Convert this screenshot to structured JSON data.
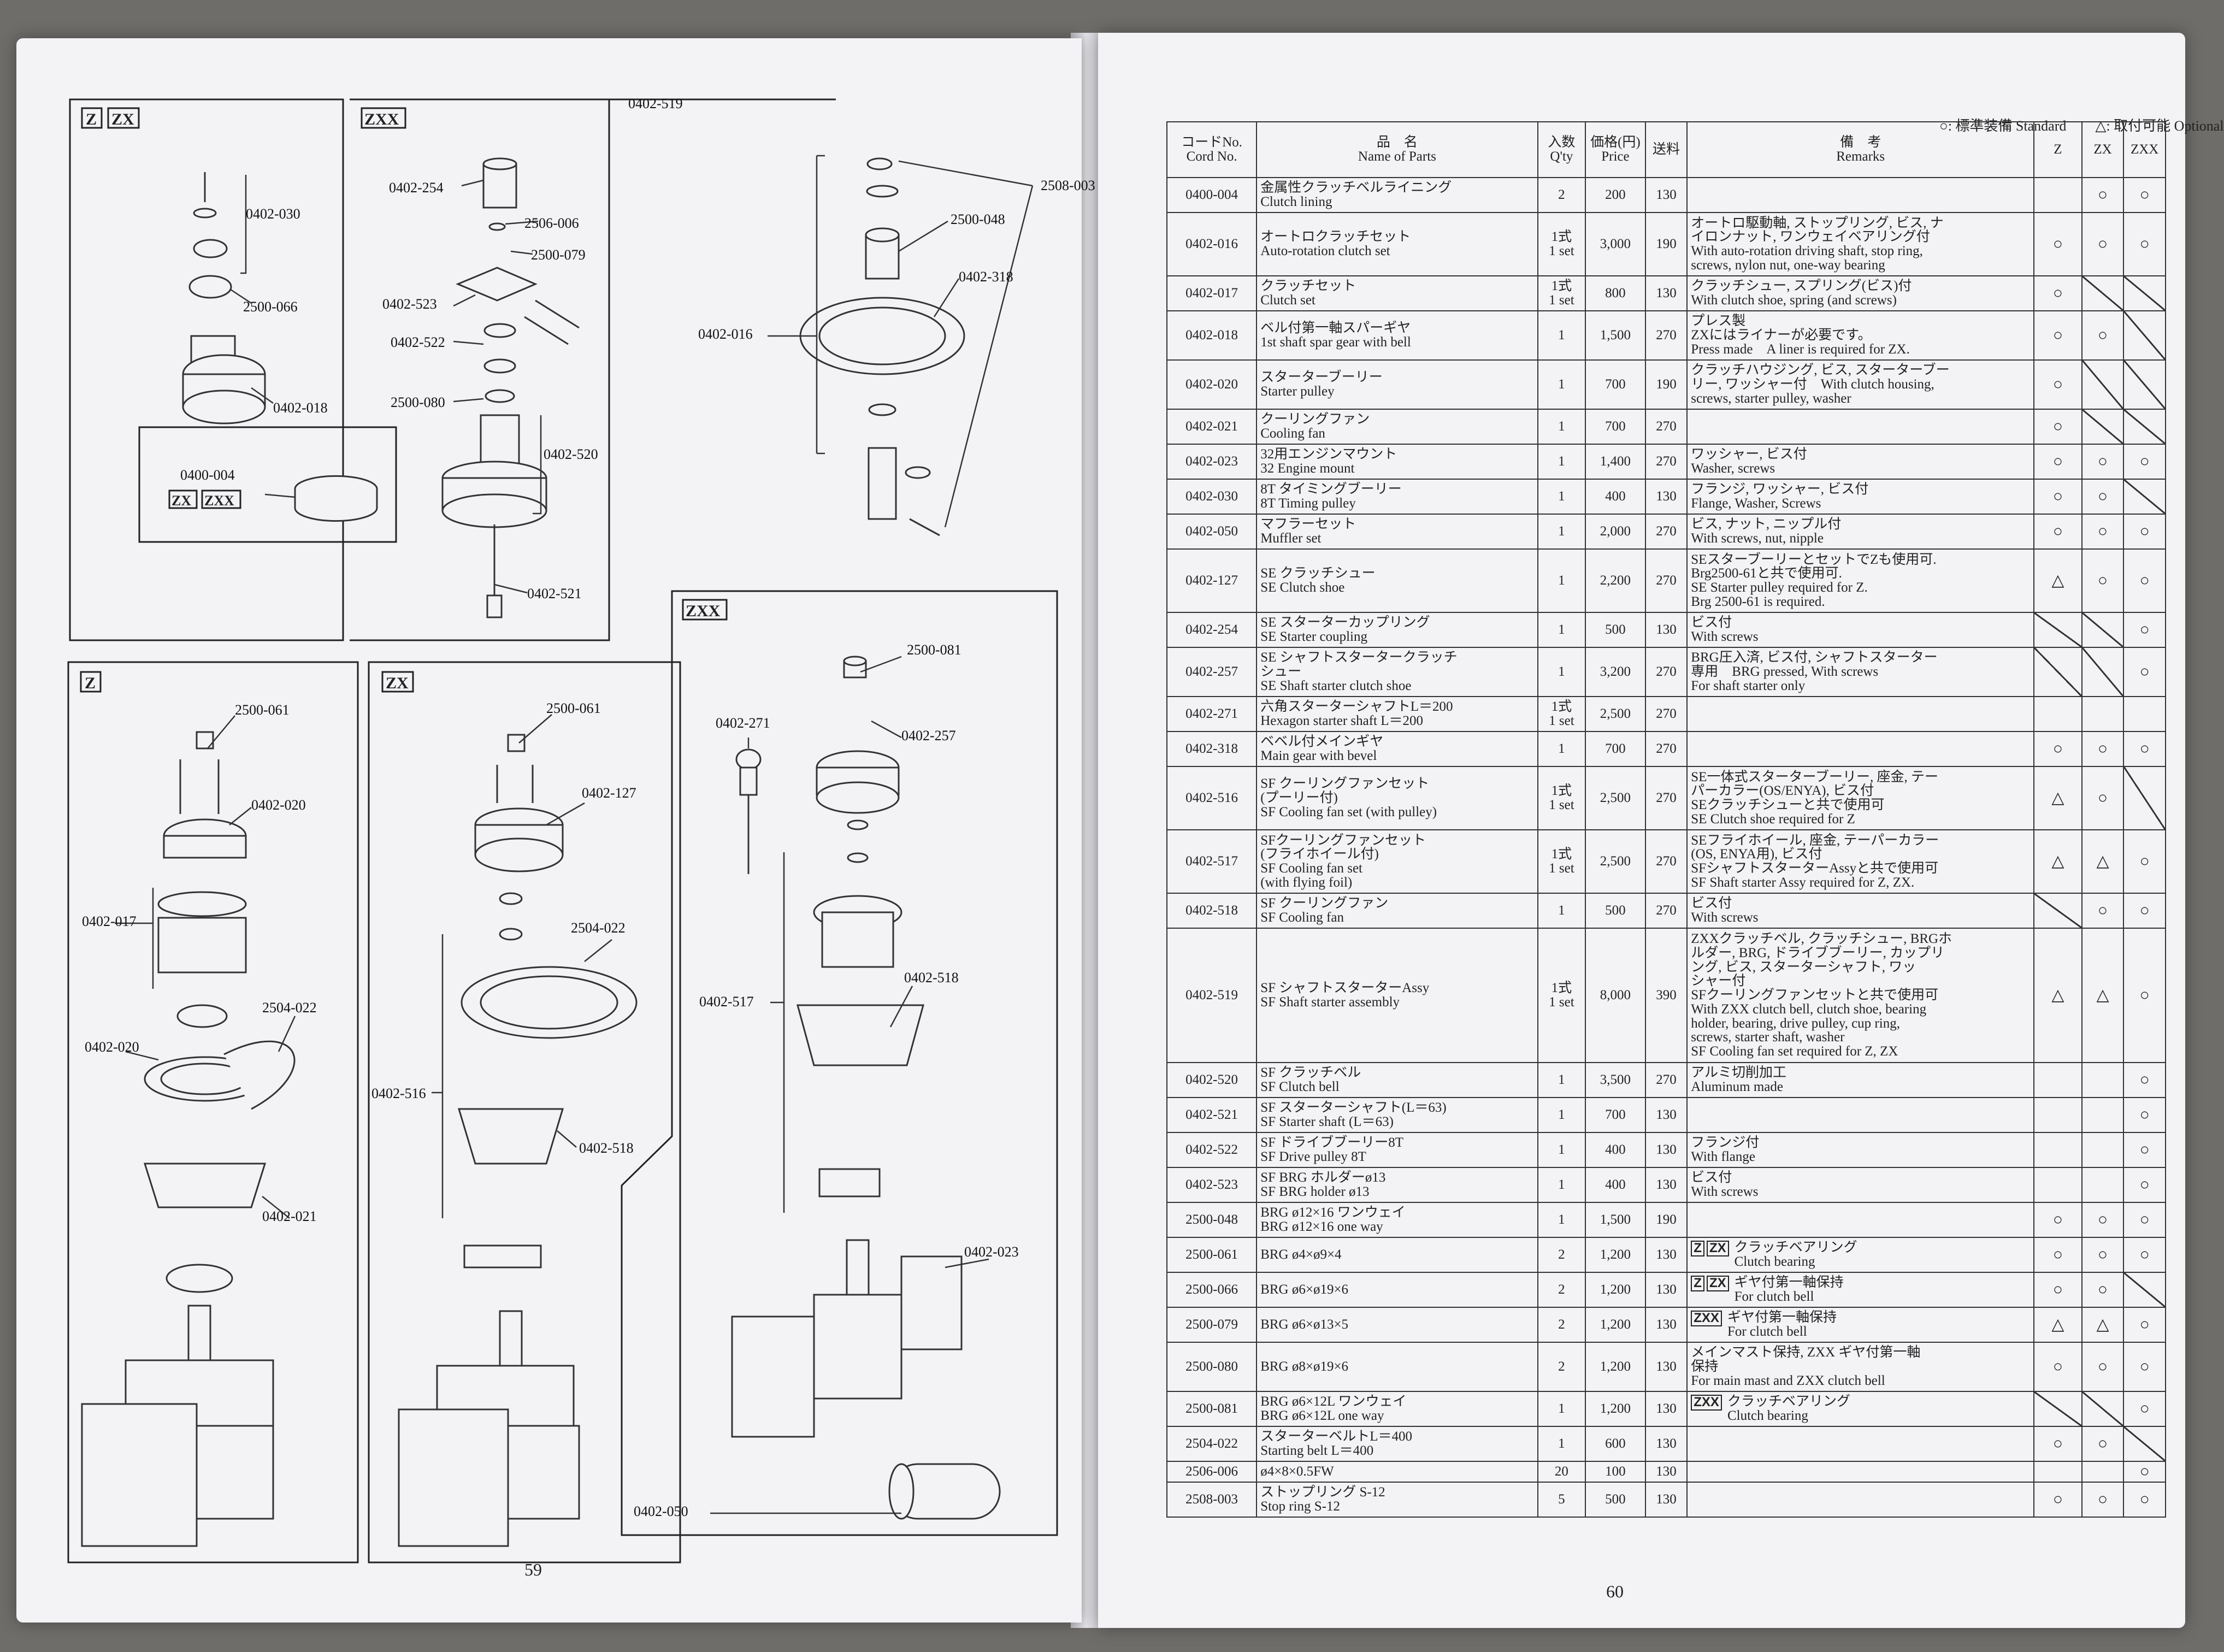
{
  "left_page": {
    "page_number": "59",
    "top_ref": "0402-519",
    "panels": {
      "p1": {
        "tags": [
          "Z",
          "ZX"
        ],
        "labels": [
          "0402-030",
          "2500-066",
          "0402-018",
          "0400-004"
        ],
        "sub_tags": [
          "ZX",
          "ZXX"
        ]
      },
      "p2": {
        "tags": [
          "ZXX"
        ],
        "labels": [
          "0402-254",
          "2506-006",
          "2500-079",
          "0402-523",
          "0402-522",
          "2500-080",
          "0402-520",
          "0402-521"
        ]
      },
      "p3": {
        "labels": [
          "2508-003",
          "2500-048",
          "0402-318",
          "0402-016"
        ]
      },
      "p4": {
        "tags": [
          "Z"
        ],
        "labels": [
          "2500-061",
          "0402-020",
          "0402-017",
          "0402-020",
          "2504-022",
          "0402-021"
        ]
      },
      "p5": {
        "tags": [
          "ZX"
        ],
        "labels": [
          "2500-061",
          "0402-127",
          "2504-022",
          "0402-516",
          "0402-518"
        ]
      },
      "p6": {
        "tags": [
          "ZXX"
        ],
        "labels": [
          "2500-081",
          "0402-271",
          "0402-257",
          "0402-518",
          "0402-517",
          "0402-023",
          "0402-050"
        ]
      }
    }
  },
  "right_page": {
    "page_number": "60",
    "legend": {
      "standard": "○: 標準装備 Standard",
      "optional": "△: 取付可能 Optional"
    },
    "headers": {
      "code": [
        "コードNo.",
        "Cord No."
      ],
      "name": [
        "品　名",
        "Name of Parts"
      ],
      "qty": [
        "入数",
        "Q'ty"
      ],
      "price": [
        "価格(円)",
        "Price"
      ],
      "ship": "送料",
      "remarks": [
        "備　考",
        "Remarks"
      ],
      "z": "Z",
      "zx": "ZX",
      "zxx": "ZXX"
    },
    "rows": [
      {
        "code": "0400-004",
        "name": [
          "金属性クラッチベルライニング",
          "Clutch lining"
        ],
        "qty": [
          "2"
        ],
        "price": "200",
        "ship": "130",
        "remarks": [],
        "z": "",
        "zx": "○",
        "zxx": "○",
        "slash": []
      },
      {
        "code": "0402-016",
        "name": [
          "オートロクラッチセット",
          "Auto-rotation clutch set"
        ],
        "qty": [
          "1式",
          "1 set"
        ],
        "price": "3,000",
        "ship": "190",
        "remarks": [
          "オートロ駆動軸, ストップリング, ビス, ナ",
          "イロンナット, ワンウェイベアリング付",
          "With auto-rotation driving shaft, stop ring,",
          "screws, nylon nut, one-way bearing"
        ],
        "z": "○",
        "zx": "○",
        "zxx": "○",
        "slash": []
      },
      {
        "code": "0402-017",
        "name": [
          "クラッチセット",
          "Clutch set"
        ],
        "qty": [
          "1式",
          "1 set"
        ],
        "price": "800",
        "ship": "130",
        "remarks": [
          "クラッチシュー, スプリング(ビス)付",
          "With clutch shoe, spring (and screws)"
        ],
        "z": "○",
        "zx": "",
        "zxx": "",
        "slash": [
          "zx",
          "zxx"
        ]
      },
      {
        "code": "0402-018",
        "name": [
          "ベル付第一軸スパーギヤ",
          "1st shaft spar gear with bell"
        ],
        "qty": [
          "1"
        ],
        "price": "1,500",
        "ship": "270",
        "remarks": [
          "プレス製",
          "ZXにはライナーが必要です。",
          "Press made　A liner is required for ZX."
        ],
        "z": "○",
        "zx": "○",
        "zxx": "",
        "slash": [
          "zxx"
        ]
      },
      {
        "code": "0402-020",
        "name": [
          "スターターブーリー",
          "Starter pulley"
        ],
        "qty": [
          "1"
        ],
        "price": "700",
        "ship": "190",
        "remarks": [
          "クラッチハウジング, ビス, スターターブー",
          "リー, ワッシャー付　With clutch housing,",
          "screws, starter pulley, washer"
        ],
        "z": "○",
        "zx": "",
        "zxx": "",
        "slash": [
          "zx",
          "zxx"
        ]
      },
      {
        "code": "0402-021",
        "name": [
          "クーリングファン",
          "Cooling fan"
        ],
        "qty": [
          "1"
        ],
        "price": "700",
        "ship": "270",
        "remarks": [],
        "z": "○",
        "zx": "",
        "zxx": "",
        "slash": [
          "zx",
          "zxx"
        ]
      },
      {
        "code": "0402-023",
        "name": [
          "32用エンジンマウント",
          "32 Engine mount"
        ],
        "qty": [
          "1"
        ],
        "price": "1,400",
        "ship": "270",
        "remarks": [
          "ワッシャー, ビス付",
          "Washer, screws"
        ],
        "z": "○",
        "zx": "○",
        "zxx": "○",
        "slash": []
      },
      {
        "code": "0402-030",
        "name": [
          "8T タイミングブーリー",
          "8T Timing pulley"
        ],
        "qty": [
          "1"
        ],
        "price": "400",
        "ship": "130",
        "remarks": [
          "フランジ, ワッシャー, ビス付",
          "Flange, Washer, Screws"
        ],
        "z": "○",
        "zx": "○",
        "zxx": "",
        "slash": [
          "zxx"
        ]
      },
      {
        "code": "0402-050",
        "name": [
          "マフラーセット",
          "Muffler set"
        ],
        "qty": [
          "1"
        ],
        "price": "2,000",
        "ship": "270",
        "remarks": [
          "ビス, ナット, ニップル付",
          "With screws, nut, nipple"
        ],
        "z": "○",
        "zx": "○",
        "zxx": "○",
        "slash": []
      },
      {
        "code": "0402-127",
        "name": [
          "SE クラッチシュー",
          "SE Clutch shoe"
        ],
        "qty": [
          "1"
        ],
        "price": "2,200",
        "ship": "270",
        "remarks": [
          "SEスターブーリーとセットでZも使用可.",
          "Brg2500-61と共で使用可.",
          "SE Starter pulley required for Z.",
          "Brg 2500-61 is required."
        ],
        "z": "△",
        "zx": "○",
        "zxx": "○",
        "slash": []
      },
      {
        "code": "0402-254",
        "name": [
          "SE スターターカップリング",
          "SE Starter coupling"
        ],
        "qty": [
          "1"
        ],
        "price": "500",
        "ship": "130",
        "remarks": [
          "ビス付",
          "With screws"
        ],
        "z": "",
        "zx": "",
        "zxx": "○",
        "slash": [
          "z",
          "zx"
        ]
      },
      {
        "code": "0402-257",
        "name": [
          "SE シャフトスタータークラッチ",
          "シュー",
          "SE Shaft starter clutch shoe"
        ],
        "qty": [
          "1"
        ],
        "price": "3,200",
        "ship": "270",
        "remarks": [
          "BRG圧入済, ビス付, シャフトスターター",
          "専用　BRG pressed, With screws",
          "For shaft starter only"
        ],
        "z": "",
        "zx": "",
        "zxx": "○",
        "slash": [
          "z",
          "zx"
        ]
      },
      {
        "code": "0402-271",
        "name": [
          "六角スターターシャフトL＝200",
          "Hexagon starter shaft L＝200"
        ],
        "qty": [
          "1式",
          "1 set"
        ],
        "price": "2,500",
        "ship": "270",
        "remarks": [],
        "z": "",
        "zx": "",
        "zxx": "",
        "slash": []
      },
      {
        "code": "0402-318",
        "name": [
          "ベベル付メインギヤ",
          "Main gear with bevel"
        ],
        "qty": [
          "1"
        ],
        "price": "700",
        "ship": "270",
        "remarks": [],
        "z": "○",
        "zx": "○",
        "zxx": "○",
        "slash": []
      },
      {
        "code": "0402-516",
        "name": [
          "SF クーリングファンセット",
          "(プーリー付)",
          "SF Cooling fan set (with pulley)"
        ],
        "qty": [
          "1式",
          "1 set"
        ],
        "price": "2,500",
        "ship": "270",
        "remarks": [
          "SE一体式スターターブーリー, 座金, テー",
          "パーカラー(OS/ENYA), ビス付",
          "SEクラッチシューと共で使用可",
          "SE Clutch shoe required for Z"
        ],
        "z": "△",
        "zx": "○",
        "zxx": "",
        "slash": [
          "zxx"
        ]
      },
      {
        "code": "0402-517",
        "name": [
          "SFクーリングファンセット",
          "(フライホイール付)",
          "SF Cooling fan set",
          "(with flying foil)"
        ],
        "qty": [
          "1式",
          "1 set"
        ],
        "price": "2,500",
        "ship": "270",
        "remarks": [
          "SEフライホイール, 座金, テーパーカラー",
          "(OS, ENYA用), ビス付",
          "SFシャフトスターターAssyと共で使用可",
          "SF Shaft starter Assy required for Z, ZX."
        ],
        "z": "△",
        "zx": "△",
        "zxx": "○",
        "slash": []
      },
      {
        "code": "0402-518",
        "name": [
          "SF クーリングファン",
          "SF Cooling fan"
        ],
        "qty": [
          "1"
        ],
        "price": "500",
        "ship": "270",
        "remarks": [
          "ビス付",
          "With screws"
        ],
        "z": "",
        "zx": "○",
        "zxx": "○",
        "slash": [
          "z"
        ]
      },
      {
        "code": "0402-519",
        "name": [
          "SF シャフトスターターAssy",
          "SF Shaft starter assembly"
        ],
        "qty": [
          "1式",
          "1 set"
        ],
        "price": "8,000",
        "ship": "390",
        "remarks": [
          "ZXXクラッチベル, クラッチシュー, BRGホ",
          "ルダー, BRG, ドライブブーリー, カップリ",
          "ング, ビス, スターターシャフト, ワッ",
          "シャー付",
          "SFクーリングファンセットと共で使用可",
          "With ZXX clutch bell, clutch shoe, bearing",
          "holder, bearing, drive pulley, cup ring,",
          "screws, starter shaft, washer",
          "SF Cooling fan set required for Z, ZX"
        ],
        "z": "△",
        "zx": "△",
        "zxx": "○",
        "slash": []
      },
      {
        "code": "0402-520",
        "name": [
          "SF クラッチベル",
          "SF Clutch bell"
        ],
        "qty": [
          "1"
        ],
        "price": "3,500",
        "ship": "270",
        "remarks": [
          "アルミ切削加工",
          "Aluminum made"
        ],
        "z": "",
        "zx": "",
        "zxx": "○",
        "slash": []
      },
      {
        "code": "0402-521",
        "name": [
          "SF スターターシャフト(L＝63)",
          "SF Starter shaft (L＝63)"
        ],
        "qty": [
          "1"
        ],
        "price": "700",
        "ship": "130",
        "remarks": [],
        "z": "",
        "zx": "",
        "zxx": "○",
        "slash": []
      },
      {
        "code": "0402-522",
        "name": [
          "SF ドライブブーリー8T",
          "SF Drive pulley 8T"
        ],
        "qty": [
          "1"
        ],
        "price": "400",
        "ship": "130",
        "remarks": [
          "フランジ付",
          "With flange"
        ],
        "z": "",
        "zx": "",
        "zxx": "○",
        "slash": []
      },
      {
        "code": "0402-523",
        "name": [
          "SF BRG ホルダーø13",
          "SF BRG holder ø13"
        ],
        "qty": [
          "1"
        ],
        "price": "400",
        "ship": "130",
        "remarks": [
          "ビス付",
          "With screws"
        ],
        "z": "",
        "zx": "",
        "zxx": "○",
        "slash": []
      },
      {
        "code": "2500-048",
        "name": [
          "BRG ø12×16 ワンウェイ",
          "BRG ø12×16 one way"
        ],
        "qty": [
          "1"
        ],
        "price": "1,500",
        "ship": "190",
        "remarks": [],
        "z": "○",
        "zx": "○",
        "zxx": "○",
        "slash": []
      },
      {
        "code": "2500-061",
        "name": [
          "BRG ø4×ø9×4"
        ],
        "qty": [
          "2"
        ],
        "price": "1,200",
        "ship": "130",
        "tags": [
          "Z",
          "ZX"
        ],
        "remarks": [
          "クラッチベアリング",
          "Clutch bearing"
        ],
        "z": "○",
        "zx": "○",
        "zxx": "○",
        "slash": []
      },
      {
        "code": "2500-066",
        "name": [
          "BRG ø6×ø19×6"
        ],
        "qty": [
          "2"
        ],
        "price": "1,200",
        "ship": "130",
        "tags": [
          "Z",
          "ZX"
        ],
        "remarks": [
          "ギヤ付第一軸保持",
          "For clutch bell"
        ],
        "z": "○",
        "zx": "○",
        "zxx": "",
        "slash": [
          "zxx"
        ]
      },
      {
        "code": "2500-079",
        "name": [
          "BRG ø6×ø13×5"
        ],
        "qty": [
          "2"
        ],
        "price": "1,200",
        "ship": "130",
        "tags": [
          "ZXX"
        ],
        "remarks": [
          "ギヤ付第一軸保持",
          "For clutch bell"
        ],
        "z": "△",
        "zx": "△",
        "zxx": "○",
        "slash": []
      },
      {
        "code": "2500-080",
        "name": [
          "BRG ø8×ø19×6"
        ],
        "qty": [
          "2"
        ],
        "price": "1,200",
        "ship": "130",
        "remarks": [
          "メインマスト保持, ZXX ギヤ付第一軸",
          "保持",
          "For main mast and ZXX clutch bell"
        ],
        "z": "○",
        "zx": "○",
        "zxx": "○",
        "slash": []
      },
      {
        "code": "2500-081",
        "name": [
          "BRG ø6×12L ワンウェイ",
          "BRG ø6×12L one way"
        ],
        "qty": [
          "1"
        ],
        "price": "1,200",
        "ship": "130",
        "tags": [
          "ZXX"
        ],
        "remarks": [
          "クラッチベアリング",
          "Clutch bearing"
        ],
        "z": "",
        "zx": "",
        "zxx": "○",
        "slash": [
          "z",
          "zx"
        ]
      },
      {
        "code": "2504-022",
        "name": [
          "スターターベルトL＝400",
          "Starting belt L＝400"
        ],
        "qty": [
          "1"
        ],
        "price": "600",
        "ship": "130",
        "remarks": [],
        "z": "○",
        "zx": "○",
        "zxx": "",
        "slash": [
          "zxx"
        ]
      },
      {
        "code": "2506-006",
        "name": [
          "ø4×8×0.5FW"
        ],
        "qty": [
          "20"
        ],
        "price": "100",
        "ship": "130",
        "remarks": [],
        "z": "",
        "zx": "",
        "zxx": "○",
        "slash": []
      },
      {
        "code": "2508-003",
        "name": [
          "ストップリング S-12",
          "Stop ring S-12"
        ],
        "qty": [
          "5"
        ],
        "price": "500",
        "ship": "130",
        "remarks": [],
        "z": "○",
        "zx": "○",
        "zxx": "○",
        "slash": []
      }
    ]
  }
}
